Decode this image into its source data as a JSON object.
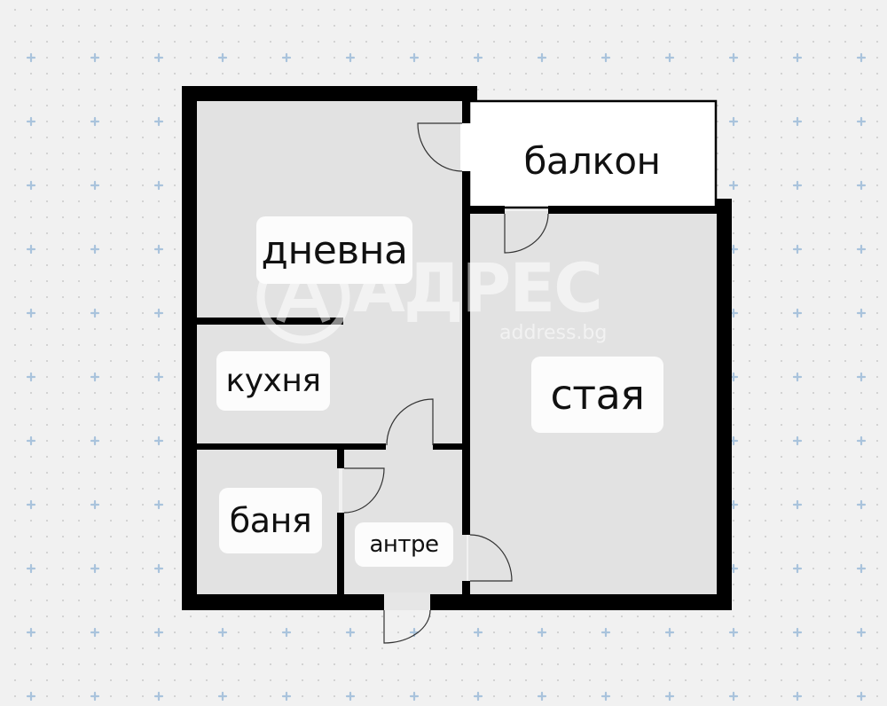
{
  "floorplan": {
    "rooms": [
      {
        "id": "living",
        "label": "дневна"
      },
      {
        "id": "balcony",
        "label": "балкон"
      },
      {
        "id": "kitchen",
        "label": "кухня"
      },
      {
        "id": "room",
        "label": "стая"
      },
      {
        "id": "bathroom",
        "label": "баня"
      },
      {
        "id": "hallway",
        "label": "антре"
      }
    ],
    "doors": [
      "living-balcony",
      "room-balcony",
      "kitchen-hallway",
      "bathroom-hallway",
      "room-hallway",
      "entrance"
    ]
  },
  "watermark": {
    "brand": "АДРЕС",
    "logo_letter": "A",
    "url": "address.bg"
  },
  "colors": {
    "background": "#f1f1f1",
    "wall": "#000000",
    "room_fill": "#e2e2e2",
    "balcony_fill": "#ffffff",
    "label_bg": "#fcfcfc",
    "grid_dot": "#bdbdbd",
    "grid_cross": "#a9c3dc"
  }
}
